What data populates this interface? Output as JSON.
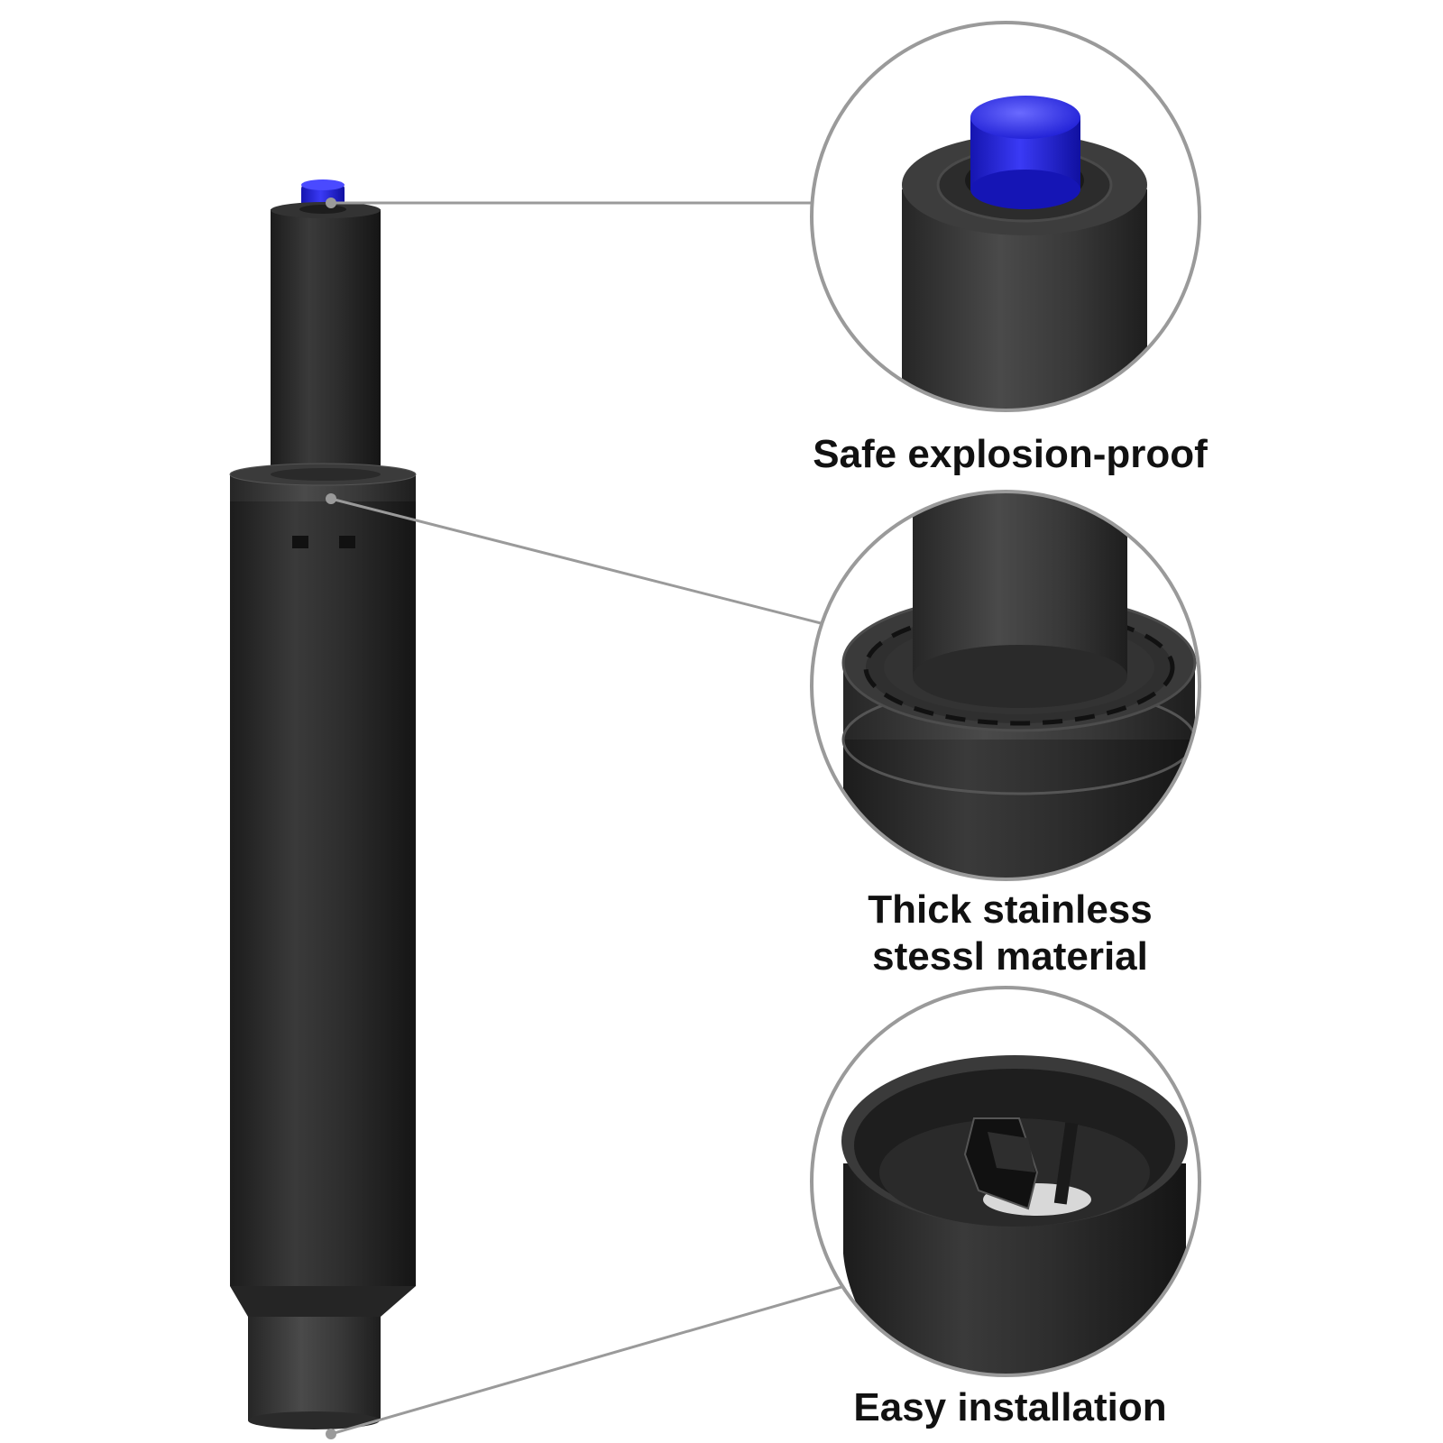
{
  "product": {
    "cap_color": "#2a2ae0",
    "body_color": "#2b2b2b",
    "callout_line_color": "#9a9a9a"
  },
  "callouts": [
    {
      "label": "Safe explosion-proof"
    },
    {
      "label_line_1": "Thick stainless",
      "label_line_2": "stessl material"
    },
    {
      "label": "Easy installation"
    }
  ]
}
